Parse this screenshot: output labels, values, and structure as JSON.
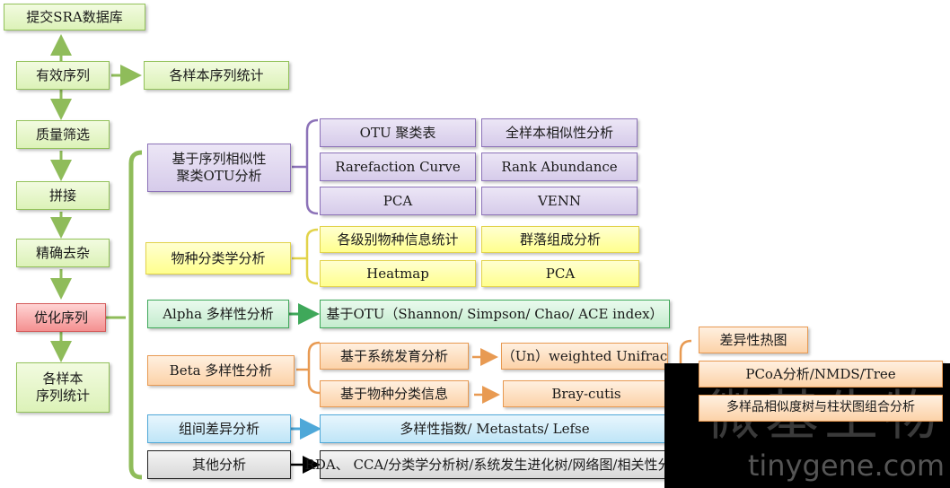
{
  "left_flow": {
    "submit": "提交SRA数据库",
    "effective": "有效序列",
    "quality": "质量筛选",
    "assemble": "拼接",
    "refine": "精确去杂",
    "optimize": "优化序列",
    "sample_stats": "各样本\n序列统计"
  },
  "sample_stats_side": "各样本序列统计",
  "otu": {
    "main": "基于序列相似性\n聚类OTU分析",
    "items": [
      "OTU 聚类表",
      "全样本相似性分析",
      "Rarefaction Curve",
      "Rank Abundance",
      "PCA",
      "VENN"
    ]
  },
  "taxonomy": {
    "main": "物种分类学分析",
    "items": [
      "各级别物种信息统计",
      "群落组成分析",
      "Heatmap",
      "PCA"
    ]
  },
  "alpha": {
    "main": "Alpha 多样性分析",
    "detail": "基于OTU（Shannon/ Simpson/ Chao/ ACE index）"
  },
  "beta": {
    "main": "Beta  多样性分析",
    "system": "基于系统发育分析",
    "species": "基于物种分类信息",
    "unifrac": "（Un）weighted Unifrac",
    "braycurtis": "Bray-cutis",
    "heatmap": "差异性热图",
    "pcoa": "PCoA分析/NMDS/Tree",
    "combo": "多样品相似度树与柱状图组合分析"
  },
  "group": {
    "main": "组间差异分析",
    "detail": "多样性指数/ Metastats/ Lefse"
  },
  "other": {
    "main": "其他分析",
    "detail": "RDA、 CCA/分类学分析树/系统发生进化树/网络图/相关性分析"
  },
  "watermark": {
    "name": "微基生物",
    "url": "tinygene.com"
  },
  "colors": {
    "green": "#8fbc5a",
    "purple": "#8c72b8",
    "yellow": "#e2d34a",
    "emerald": "#3fa85a",
    "orange": "#e89a52",
    "blue": "#4fa8d8",
    "gray": "#222222",
    "red": "#f49090"
  }
}
